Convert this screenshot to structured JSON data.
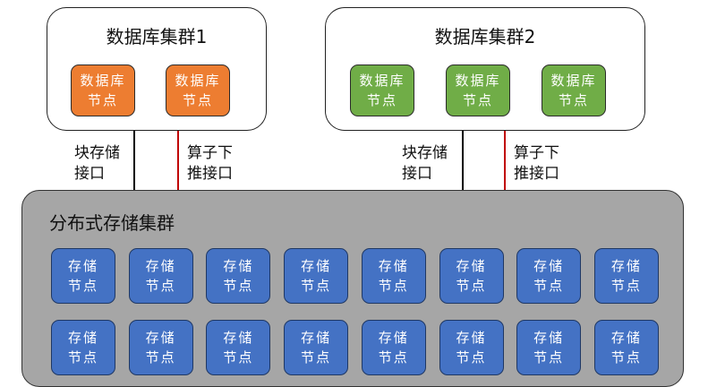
{
  "clusters": [
    {
      "title": "数据库集群1",
      "color": "#ed7d31",
      "nodes": [
        {
          "line1": "数据库",
          "line2": "节点"
        },
        {
          "line1": "数据库",
          "line2": "节点"
        }
      ]
    },
    {
      "title": "数据库集群2",
      "color": "#70ad47",
      "nodes": [
        {
          "line1": "数据库",
          "line2": "节点"
        },
        {
          "line1": "数据库",
          "line2": "节点"
        },
        {
          "line1": "数据库",
          "line2": "节点"
        }
      ]
    }
  ],
  "interfaces": {
    "block": {
      "line1": "块存储",
      "line2": "接口",
      "color": "#000000"
    },
    "pushdown": {
      "line1": "算子下",
      "line2": "推接口",
      "color": "#c00000"
    }
  },
  "storage": {
    "title": "分布式存储集群",
    "color": "#a6a6a6",
    "node_color": "#4472c4",
    "node_line1": "存储",
    "node_line2": "节点",
    "rows": 2,
    "cols": 8
  }
}
